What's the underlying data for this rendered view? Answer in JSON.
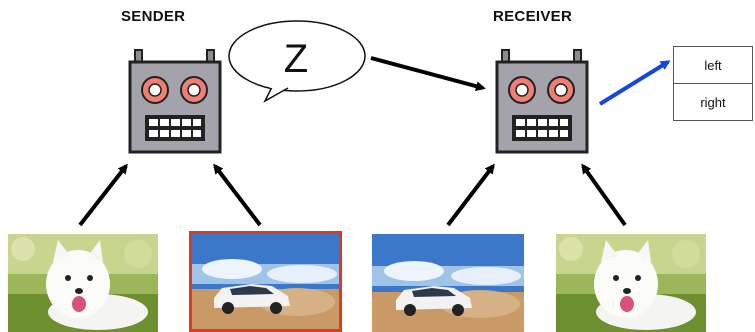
{
  "sender": {
    "title": "SENDER"
  },
  "receiver": {
    "title": "RECEIVER"
  },
  "message": {
    "symbol": "Z"
  },
  "choices": [
    "left",
    "right"
  ],
  "images": [
    {
      "subject": "dog",
      "selected": false
    },
    {
      "subject": "car",
      "selected": true
    },
    {
      "subject": "car",
      "selected": false
    },
    {
      "subject": "dog",
      "selected": false
    }
  ],
  "colors": {
    "robot_body": "#a4a2aa",
    "robot_eye": "#f07e72",
    "selected_border": "#e0391e",
    "choice_arrow": "#1646e0",
    "arrow": "#000000"
  }
}
